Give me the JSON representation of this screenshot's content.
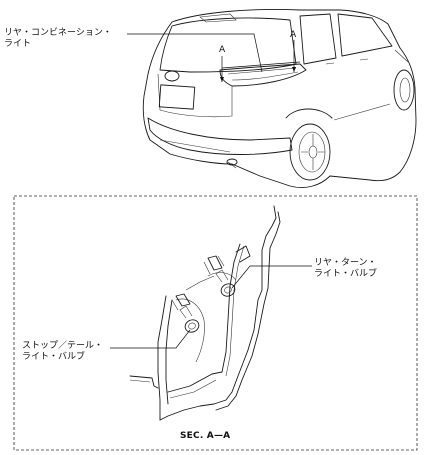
{
  "car_view": {
    "rear_combination_light_label": [
      "リヤ・コンビネーション・",
      "ライト"
    ],
    "section_marker_left": "A",
    "section_marker_right": "A"
  },
  "section_view": {
    "rear_turn_bulb_label": [
      "リヤ・ターン・",
      "ライト・バルブ"
    ],
    "stop_tail_bulb_label": [
      "ストップ／テール・",
      "ライト・バルブ"
    ],
    "caption": "SEC. A—A"
  }
}
